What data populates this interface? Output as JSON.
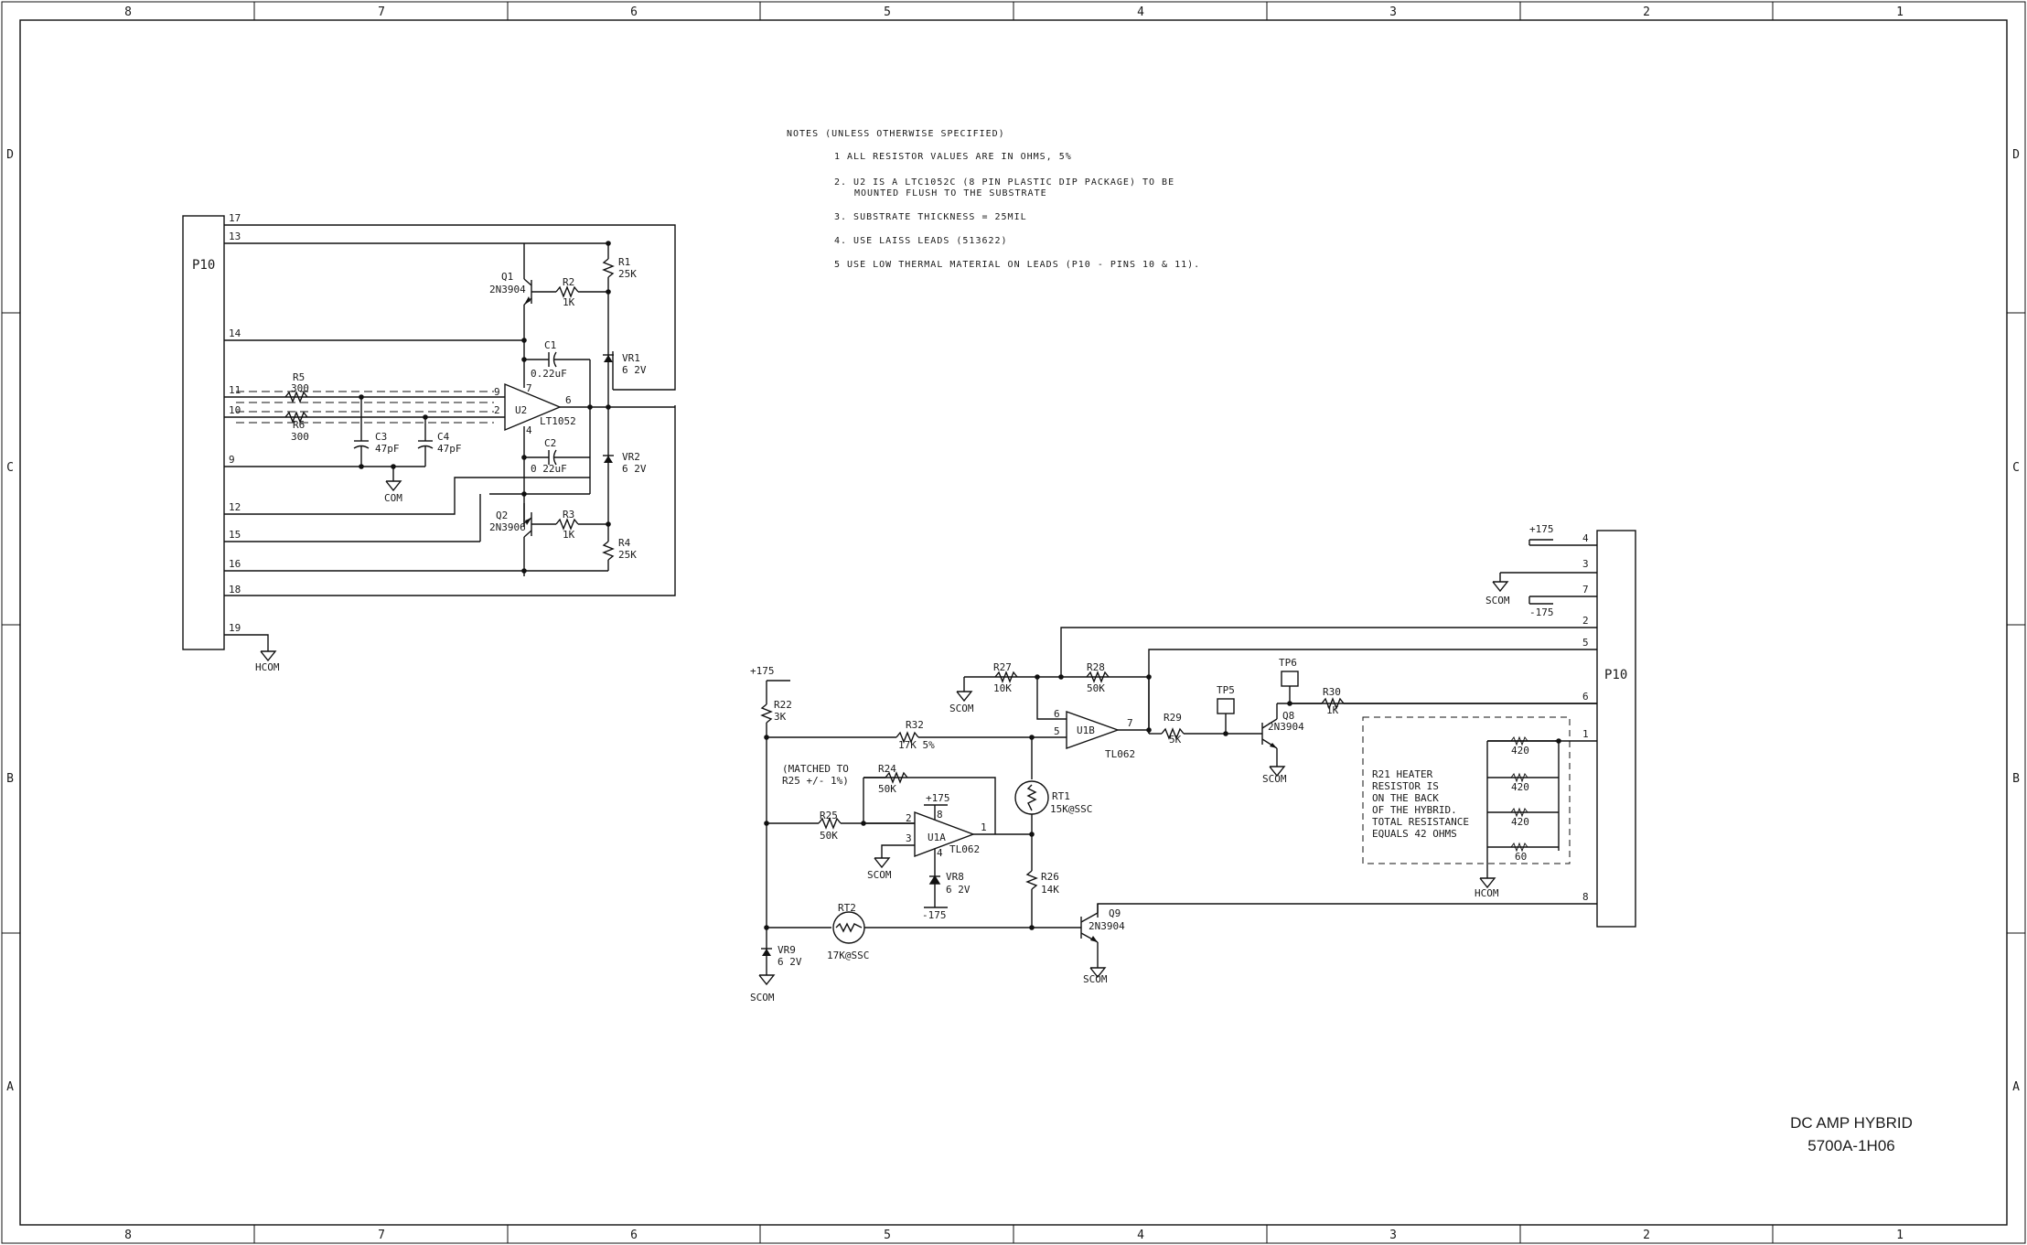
{
  "border": {
    "columns": [
      "8",
      "7",
      "6",
      "5",
      "4",
      "3",
      "2",
      "1"
    ],
    "rows": [
      "D",
      "C",
      "B",
      "A"
    ]
  },
  "title_block": {
    "title": "DC AMP HYBRID",
    "number": "5700A-1H06"
  },
  "notes": {
    "heading": "NOTES  (UNLESS OTHERWISE SPECIFIED)",
    "items": [
      "1  ALL RESISTOR VALUES ARE IN OHMS, 5%",
      "2. U2 IS A LTC1052C (8 PIN PLASTIC DIP PACKAGE) TO BE",
      "MOUNTED FLUSH TO THE SUBSTRATE",
      "3. SUBSTRATE THICKNESS = 25MIL",
      "4. USE LAISS LEADS (513622)",
      "5  USE LOW THERMAL MATERIAL ON LEADS (P10 - PINS 10 & 11)."
    ]
  },
  "left": {
    "connector": "P10",
    "pins": [
      "17",
      "13",
      "14",
      "11",
      "10",
      "9",
      "12",
      "15",
      "16",
      "18",
      "19"
    ],
    "q1": [
      "Q1",
      "2N3904"
    ],
    "r2": [
      "R2",
      "1K"
    ],
    "r1": [
      "R1",
      "25K"
    ],
    "c1": [
      "C1",
      "0.22uF"
    ],
    "vr1": [
      "VR1",
      "6 2V"
    ],
    "r5": [
      "R5",
      "300"
    ],
    "r6": [
      "R6",
      "300"
    ],
    "c3": [
      "C3",
      "47pF"
    ],
    "c4": [
      "C4",
      "47pF"
    ],
    "com": "COM",
    "u2": [
      "U2",
      "LT1052"
    ],
    "u2_pins": [
      "9",
      "2",
      "7",
      "4",
      "6"
    ],
    "c2": [
      "C2",
      "0 22uF"
    ],
    "vr2": [
      "VR2",
      "6 2V"
    ],
    "q2": [
      "Q2",
      "2N3906"
    ],
    "r3": [
      "R3",
      "1K"
    ],
    "r4": [
      "R4",
      "25K"
    ],
    "hcom": "HCOM"
  },
  "right": {
    "connector": "P10",
    "pins": [
      "4",
      "3",
      "7",
      "2",
      "5",
      "6",
      "1",
      "8"
    ],
    "p175": "+175",
    "m175": "-175",
    "scom": "SCOM",
    "r27": [
      "R27",
      "10K"
    ],
    "r28": [
      "R28",
      "50K"
    ],
    "u1b": [
      "U1B",
      "TL062"
    ],
    "u1b_pins": [
      "6",
      "5",
      "7"
    ],
    "r29": [
      "R29",
      "5K"
    ],
    "tp5": "TP5",
    "tp6": "TP6",
    "q8": [
      "Q8",
      "2N3904"
    ],
    "r30": [
      "R30",
      "1K"
    ],
    "r22": [
      "R22",
      "3K"
    ],
    "r32": [
      "R32",
      "17K 5%"
    ],
    "matched": [
      "(MATCHED TO",
      "R25 +/-  1%)"
    ],
    "r24": [
      "R24",
      "50K"
    ],
    "r25": [
      "R25",
      "50K"
    ],
    "u1a": [
      "U1A",
      "TL062"
    ],
    "u1a_pins": [
      "8",
      "2",
      "3",
      "4",
      "1"
    ],
    "rt1": [
      "RT1",
      "15K@SSC"
    ],
    "r26": [
      "R26",
      "14K"
    ],
    "vr8": [
      "VR8",
      "6 2V"
    ],
    "rt2": [
      "RT2",
      "17K@SSC"
    ],
    "vr9": [
      "VR9",
      "6 2V"
    ],
    "q9": [
      "Q9",
      "2N3904"
    ],
    "heater_note": [
      "R21 HEATER",
      "RESISTOR IS",
      "ON THE BACK",
      "OF THE HYBRID.",
      "TOTAL RESISTANCE",
      "EQUALS 42 OHMS"
    ],
    "heater_vals": [
      "420",
      "420",
      "420",
      "60"
    ],
    "hcom": "HCOM"
  }
}
